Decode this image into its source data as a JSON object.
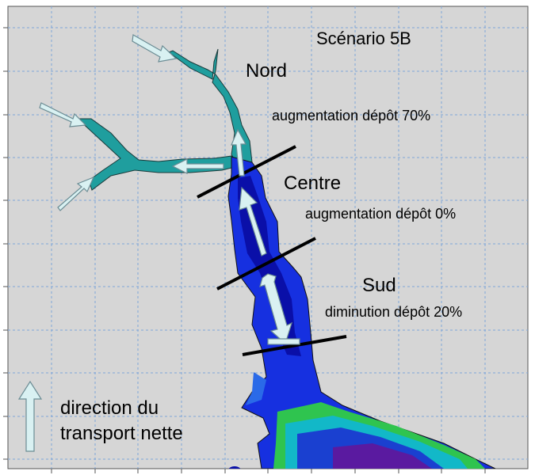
{
  "map": {
    "title": "Scénario 5B",
    "zones": [
      {
        "name": "Nord",
        "change": "augmentation dépôt 70%"
      },
      {
        "name": "Centre",
        "change": "augmentation dépôt 0%"
      },
      {
        "name": "Sud",
        "change": "diminution dépôt 20%"
      }
    ],
    "legend": {
      "line1": "direction du",
      "line2": "transport nette"
    }
  },
  "colors": {
    "background": "#d6d6d6",
    "grid": "#7fa6d8",
    "shallow_channel": "#1f9e9e",
    "deep_channel": "#1630e0",
    "very_deep": "#0a0fa8",
    "green_zone": "#2fc44f",
    "purple_zone": "#5a1aa0",
    "arrow_fill": "#d9f1f2",
    "section_line": "#000000"
  }
}
